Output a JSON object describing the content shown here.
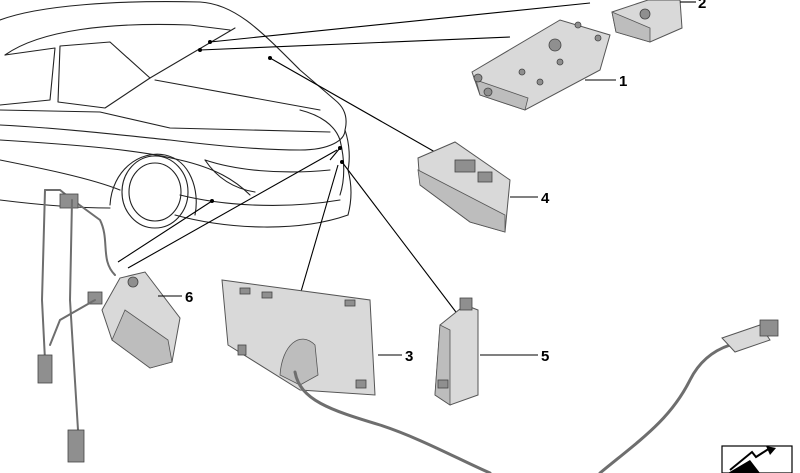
{
  "diagram": {
    "callouts": [
      {
        "id": "1",
        "label": "1"
      },
      {
        "id": "2",
        "label": "2"
      },
      {
        "id": "3",
        "label": "3"
      },
      {
        "id": "4",
        "label": "4"
      },
      {
        "id": "5",
        "label": "5"
      },
      {
        "id": "6",
        "label": "6"
      }
    ]
  },
  "colors": {
    "line": "#222222",
    "part_fill": "#d9d9d9",
    "part_shade": "#bdbdbd",
    "cable": "#6e6e6e"
  },
  "icons": {
    "corner_symbol": "navigation-arrow-icon"
  }
}
